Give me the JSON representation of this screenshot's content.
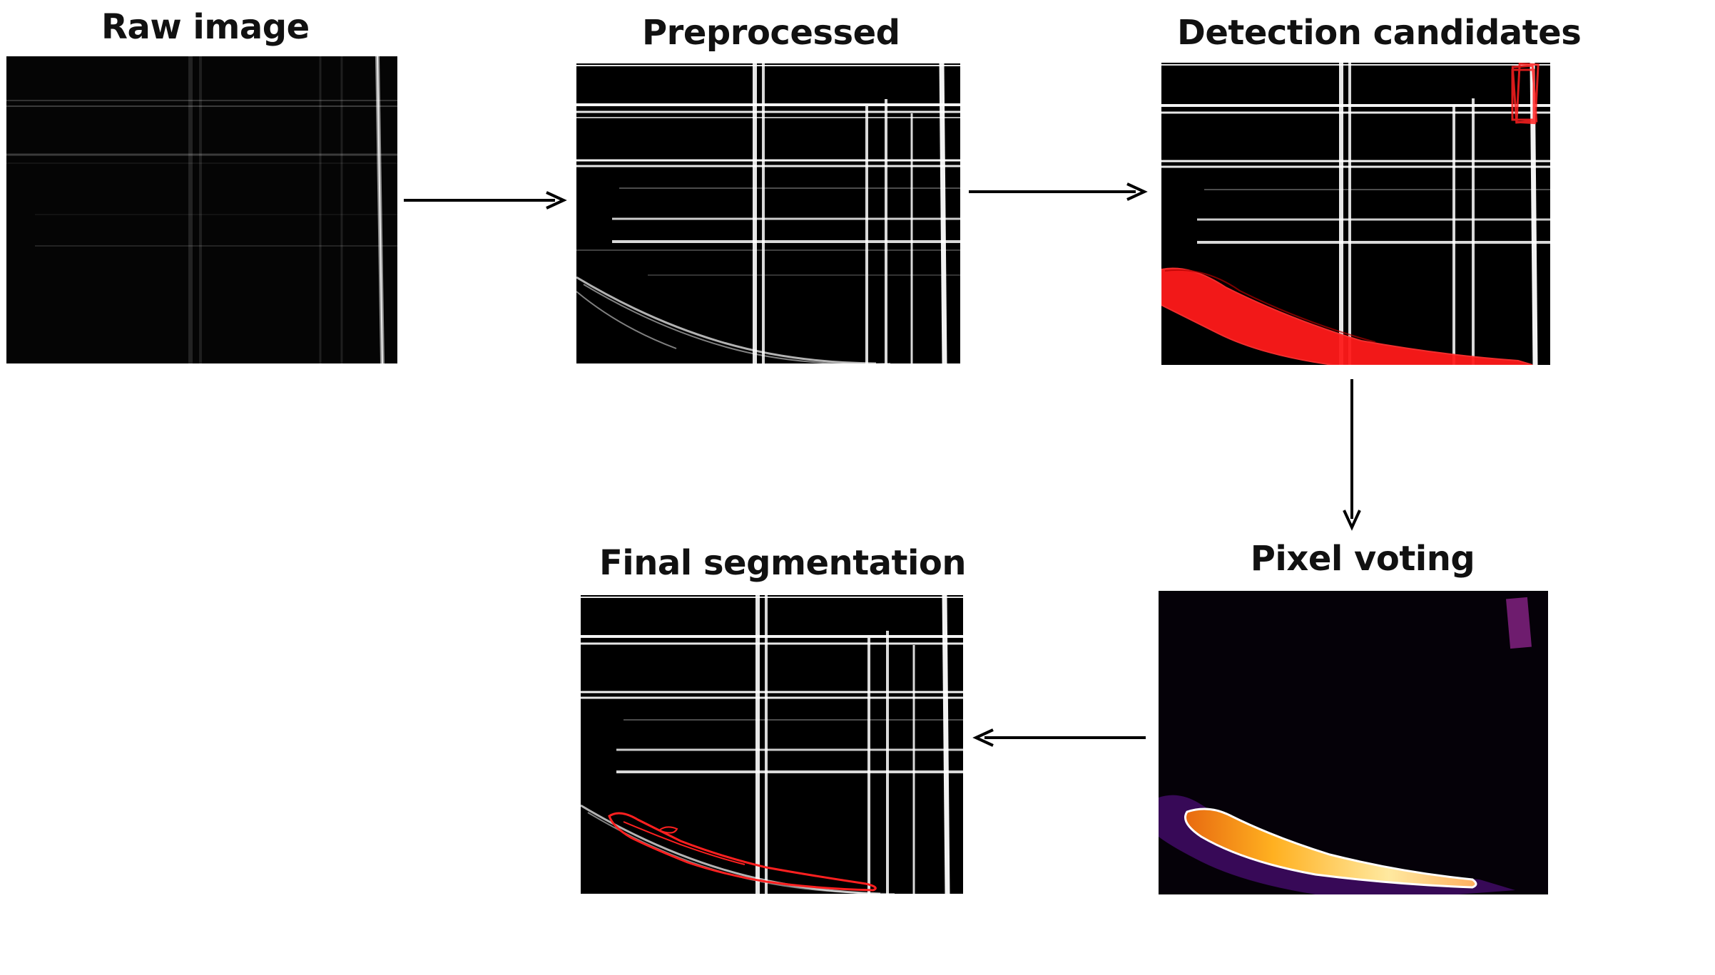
{
  "pipeline": {
    "raw": {
      "title": "Raw image"
    },
    "preprocessed": {
      "title": "Preprocessed"
    },
    "detection": {
      "title": "Detection candidates"
    },
    "voting": {
      "title": "Pixel voting"
    },
    "final": {
      "title": "Final segmentation"
    }
  },
  "colors": {
    "background": "#000000",
    "streak": "#ffffff",
    "candidate": "#ff1a1a",
    "contour": "#ff2020",
    "heat_low": "#3a0a5c",
    "heat_mid": "#e86a10",
    "heat_high": "#ffe9a0",
    "arrow": "#000000"
  }
}
